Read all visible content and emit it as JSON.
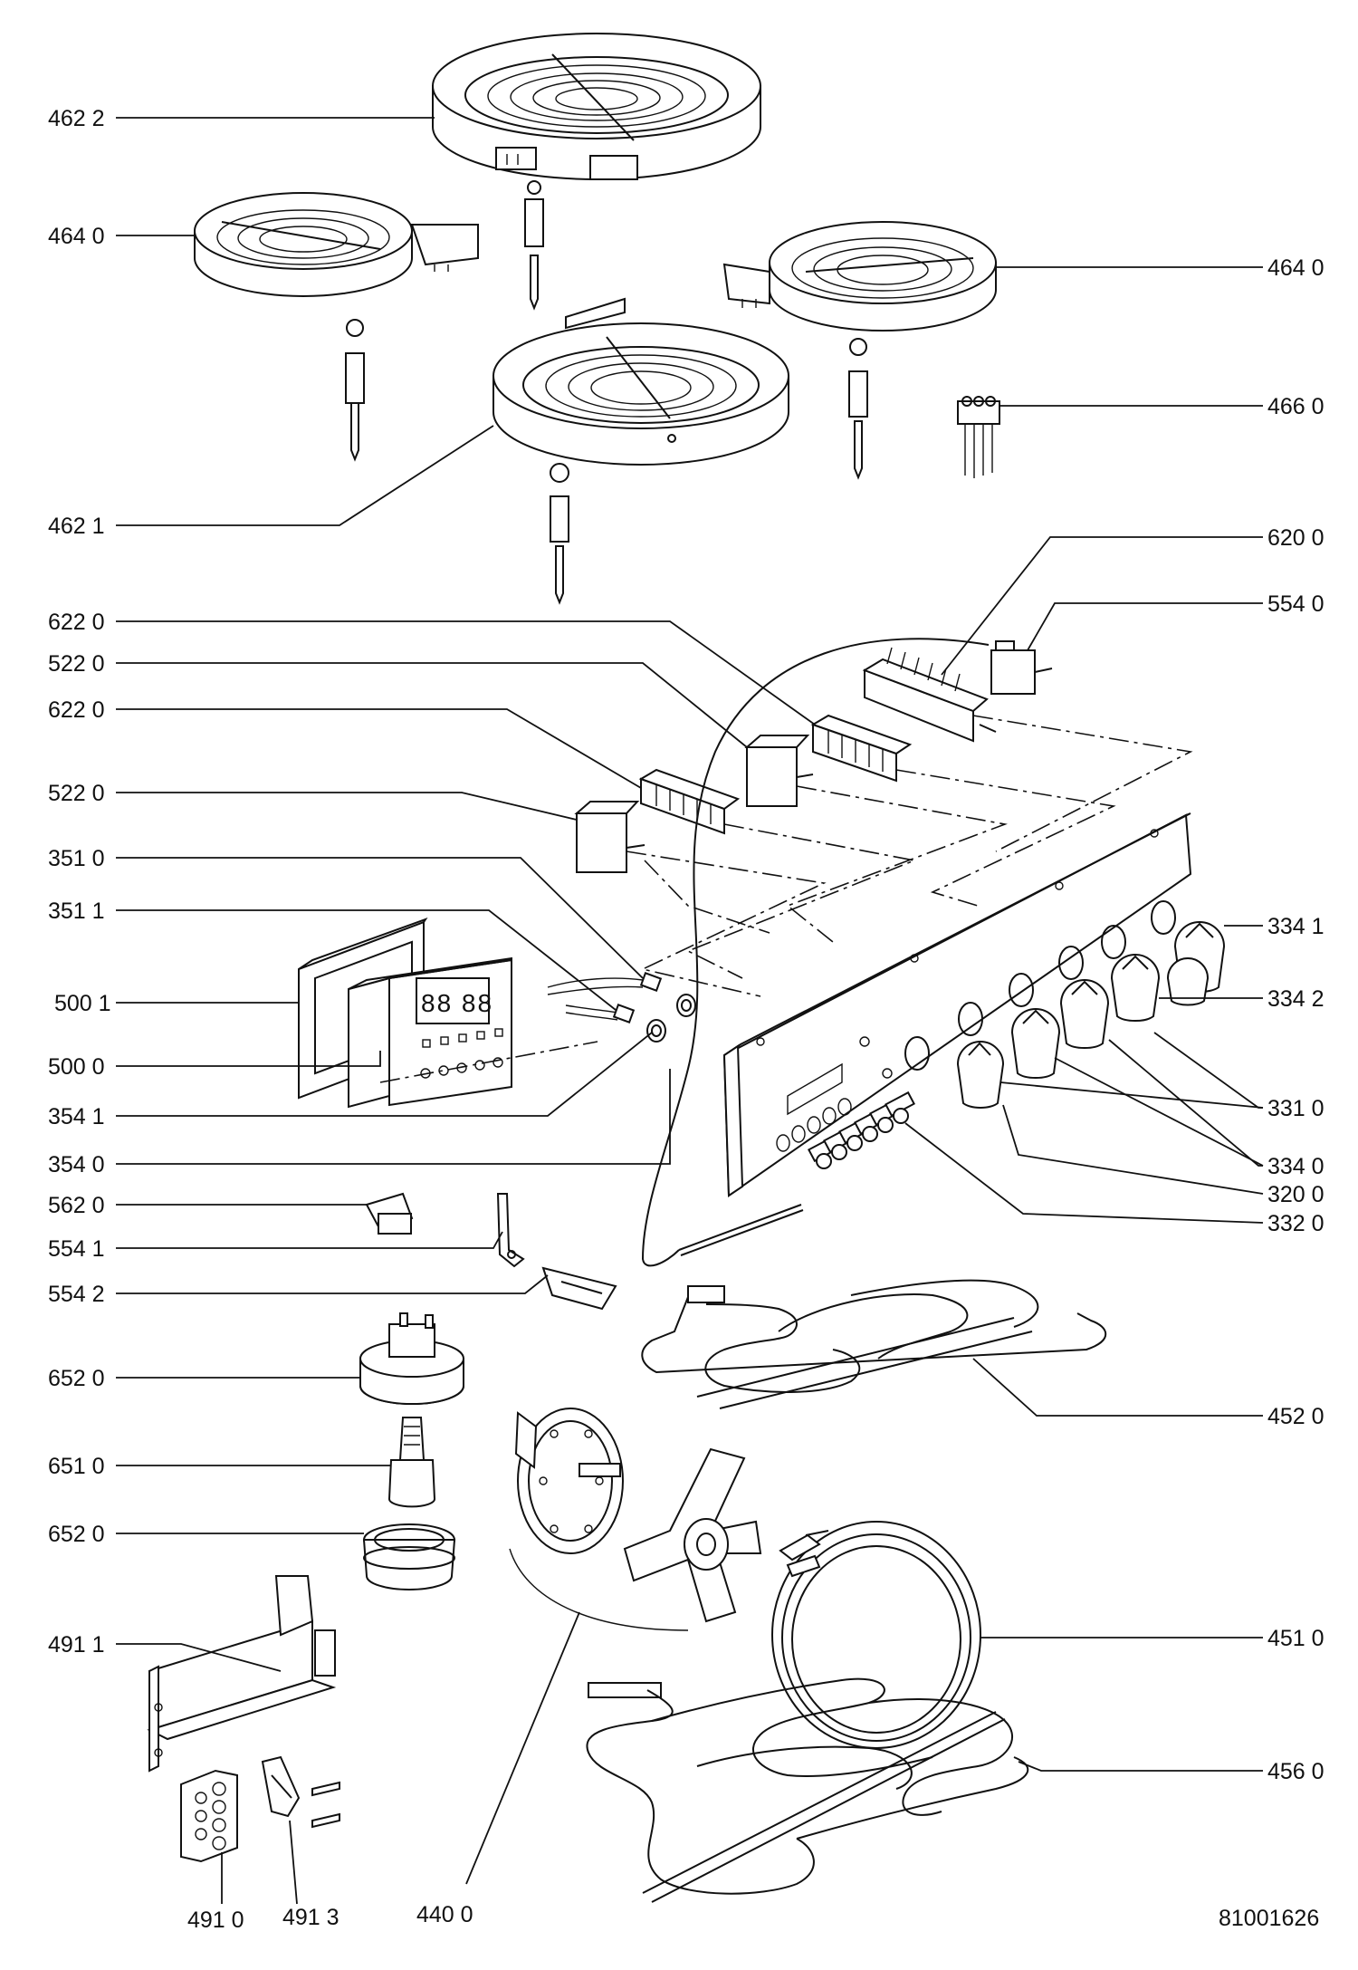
{
  "callouts_left": [
    {
      "id": "462-2",
      "text": "462 2"
    },
    {
      "id": "464-0-left",
      "text": "464 0"
    },
    {
      "id": "462-1",
      "text": "462 1"
    },
    {
      "id": "622-0-a",
      "text": "622 0"
    },
    {
      "id": "522-0-a",
      "text": "522 0"
    },
    {
      "id": "622-0-b",
      "text": "622 0"
    },
    {
      "id": "522-0-b",
      "text": "522 0"
    },
    {
      "id": "351-0",
      "text": "351 0"
    },
    {
      "id": "351-1",
      "text": "351 1"
    },
    {
      "id": "500-1",
      "text": "500 1"
    },
    {
      "id": "500-0",
      "text": "500 0"
    },
    {
      "id": "354-1",
      "text": "354 1"
    },
    {
      "id": "354-0",
      "text": "354 0"
    },
    {
      "id": "562-0",
      "text": "562 0"
    },
    {
      "id": "554-1",
      "text": "554 1"
    },
    {
      "id": "554-2",
      "text": "554 2"
    },
    {
      "id": "652-0-a",
      "text": "652 0"
    },
    {
      "id": "651-0",
      "text": "651 0"
    },
    {
      "id": "652-0-b",
      "text": "652 0"
    },
    {
      "id": "491-1",
      "text": "491 1"
    }
  ],
  "callouts_right": [
    {
      "id": "464-0-right",
      "text": "464 0"
    },
    {
      "id": "466-0",
      "text": "466 0"
    },
    {
      "id": "620-0",
      "text": "620 0"
    },
    {
      "id": "554-0",
      "text": "554 0"
    },
    {
      "id": "334-1",
      "text": "334 1"
    },
    {
      "id": "334-2",
      "text": "334 2"
    },
    {
      "id": "331-0",
      "text": "331 0"
    },
    {
      "id": "334-0",
      "text": "334 0"
    },
    {
      "id": "320-0",
      "text": "320 0"
    },
    {
      "id": "332-0",
      "text": "332 0"
    },
    {
      "id": "452-0",
      "text": "452 0"
    },
    {
      "id": "451-0",
      "text": "451 0"
    },
    {
      "id": "456-0",
      "text": "456 0"
    }
  ],
  "callouts_bottom": [
    {
      "id": "491-0",
      "text": "491 0"
    },
    {
      "id": "491-3",
      "text": "491 3"
    },
    {
      "id": "440-0",
      "text": "440 0"
    }
  ],
  "display": {
    "digits": "88 88"
  },
  "reference_number": "81001626"
}
